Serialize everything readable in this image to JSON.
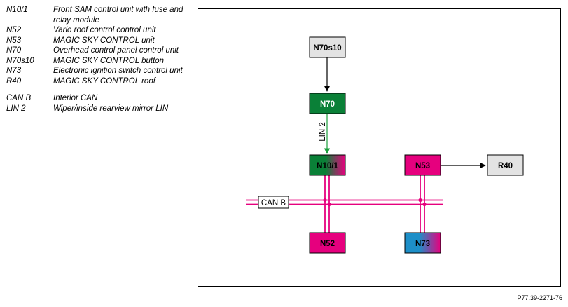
{
  "legend": {
    "items": [
      {
        "code": "N10/1",
        "desc": "Front SAM control unit with fuse and relay module"
      },
      {
        "code": "N52",
        "desc": "Vario roof control control unit"
      },
      {
        "code": "N53",
        "desc": "MAGIC SKY CONTROL unit"
      },
      {
        "code": "N70",
        "desc": "Overhead control panel control unit"
      },
      {
        "code": "N70s10",
        "desc": "MAGIC SKY CONTROL button"
      },
      {
        "code": "N73",
        "desc": "Electronic ignition switch control unit"
      },
      {
        "code": "R40",
        "desc": "MAGIC SKY CONTROL roof"
      }
    ],
    "buses": [
      {
        "code": "CAN B",
        "desc": "Interior CAN"
      },
      {
        "code": "LIN 2",
        "desc": "Wiper/inside rearview mirror LIN"
      }
    ]
  },
  "diagram": {
    "nodes": {
      "n70s10": {
        "label": "N70s10",
        "fill": "gray"
      },
      "n70": {
        "label": "N70",
        "fill": "green"
      },
      "n10_1": {
        "label": "N10/1",
        "fill": "green-magenta"
      },
      "n53": {
        "label": "N53",
        "fill": "magenta"
      },
      "r40": {
        "label": "R40",
        "fill": "gray"
      },
      "n52": {
        "label": "N52",
        "fill": "magenta"
      },
      "n73": {
        "label": "N73",
        "fill": "blue-magenta"
      }
    },
    "bus_labels": {
      "can_b": "CAN B",
      "lin_2": "LIN 2"
    },
    "colors": {
      "can_bus": "#e6007e",
      "lin_bus": "#1a9e3c",
      "green_unit": "#0a8037",
      "magenta_unit": "#e6007e",
      "blue_unit": "#1d8fc8",
      "gray_unit": "#e3e3e3"
    }
  },
  "figure_ref": "P77.39-2271-76"
}
